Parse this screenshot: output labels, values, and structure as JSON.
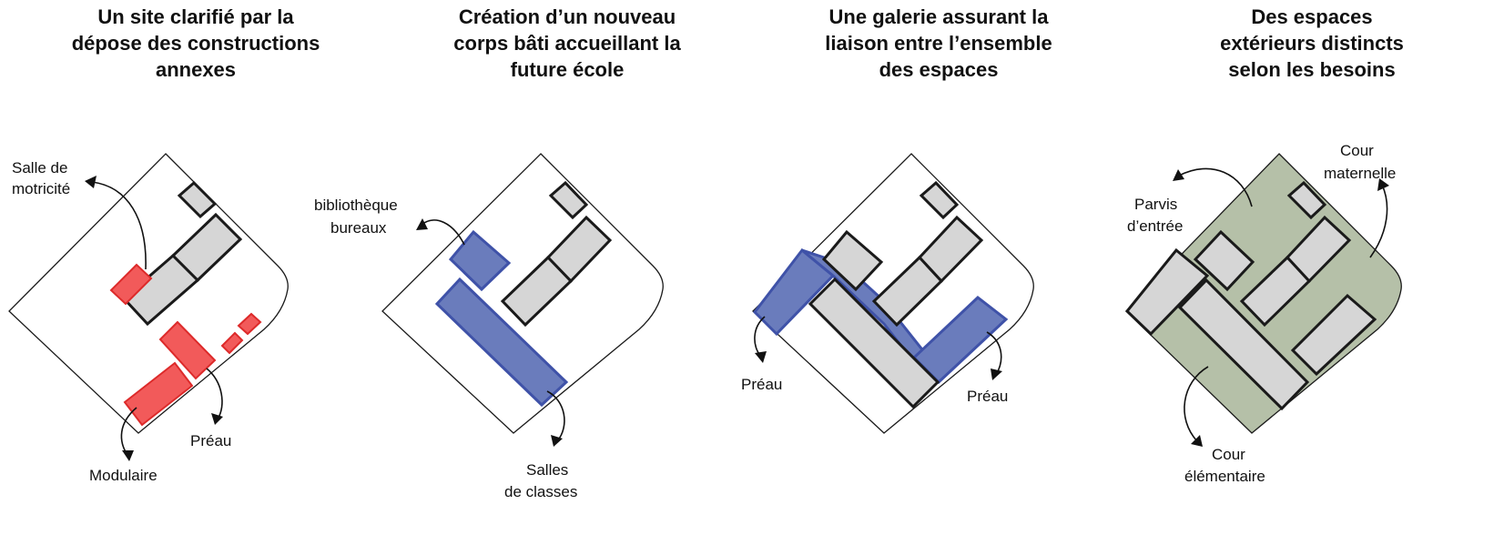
{
  "panels": [
    {
      "title": [
        "Un site clarifié par la",
        "dépose des constructions",
        "annexes"
      ],
      "labels": {
        "salle_1": "Salle de",
        "salle_2": "motricité",
        "preau": "Préau",
        "modulaire": "Modulaire"
      }
    },
    {
      "title": [
        "Création d’un nouveau",
        "corps bâti accueillant la",
        "future école"
      ],
      "labels": {
        "biblio_1": "bibliothèque",
        "biblio_2": "bureaux",
        "salles_1": "Salles",
        "salles_2": "de classes"
      }
    },
    {
      "title": [
        "Une galerie assurant la",
        "liaison entre l’ensemble",
        "des espaces"
      ],
      "labels": {
        "preau_left": "Préau",
        "preau_right": "Préau"
      }
    },
    {
      "title": [
        "Des espaces",
        "extérieurs distincts",
        "selon les besoins"
      ],
      "labels": {
        "cour_mat_1": "Cour",
        "cour_mat_2": "maternelle",
        "parvis_1": "Parvis",
        "parvis_2": "d’entrée",
        "cour_elem_1": "Cour",
        "cour_elem_2": "élémentaire"
      }
    }
  ],
  "colors": {
    "existing_building": "#d6d6d6",
    "removed_annexes": "#f25a5a",
    "new_building": "#6a7cbc",
    "outdoor_space": "#b5c0a8"
  }
}
